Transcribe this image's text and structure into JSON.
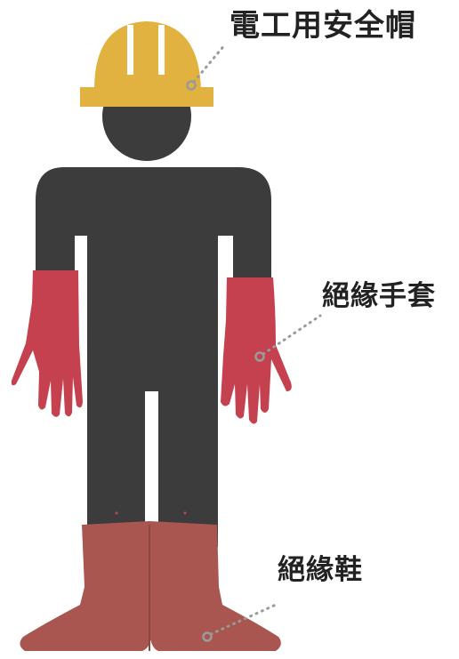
{
  "labels": {
    "helmet": "電工用安全帽",
    "gloves": "絕緣手套",
    "boots": "絕緣鞋"
  },
  "colors": {
    "body": "#3d3c3d",
    "helmet": "#e1b23f",
    "gloves": "#c5414f",
    "boots": "#a8564f",
    "callout": "#9a9a9a"
  }
}
